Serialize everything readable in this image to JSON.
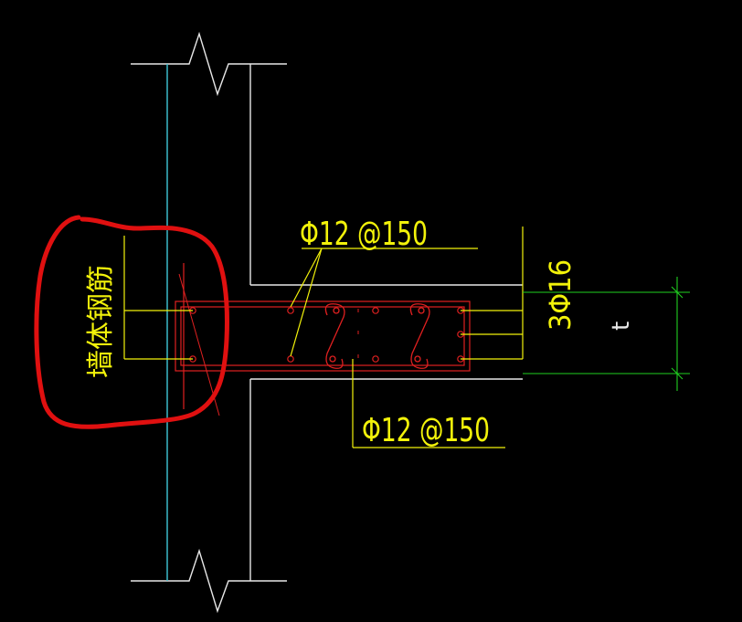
{
  "labels": {
    "rebar_top": "Φ12 @150",
    "rebar_bottom": "Φ12 @150",
    "longitudinal_bars": "3Φ16",
    "wall_rebar_annotation": "墙体钢筋",
    "dimension_symbol": "t"
  },
  "colors": {
    "background": "#000000",
    "wall_outline": "#40c8d8",
    "beam_outline": "#e8e8e8",
    "rebar": "#e02020",
    "leader": "#f2f20a",
    "dimension": "#20d020",
    "annotation_circle": "#e01010"
  }
}
